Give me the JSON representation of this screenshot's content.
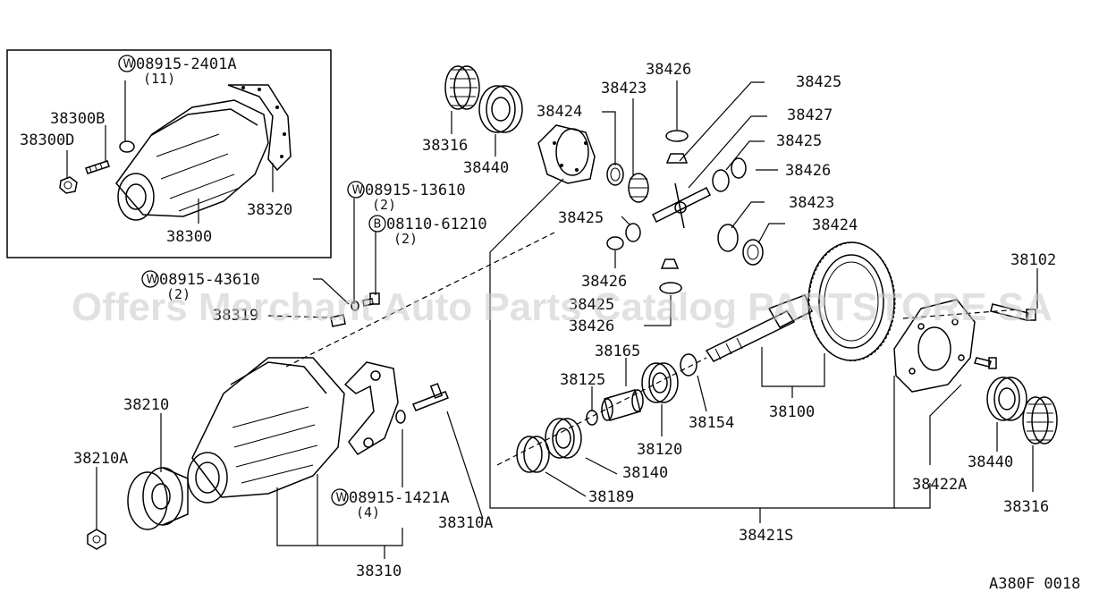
{
  "watermark": "Offers Merchant Auto Parts Catalog PARTSTORE SA",
  "code": "A380F 0018",
  "labels": [
    {
      "id": "W08915-2401A",
      "text": "08915-2401A",
      "qty": "(11)",
      "prefix": "W"
    },
    {
      "id": "38300B",
      "text": "38300B"
    },
    {
      "id": "38300D",
      "text": "38300D"
    },
    {
      "id": "38320",
      "text": "38320"
    },
    {
      "id": "38300",
      "text": "38300"
    },
    {
      "id": "38316a",
      "text": "38316"
    },
    {
      "id": "38440a",
      "text": "38440"
    },
    {
      "id": "38424a",
      "text": "38424"
    },
    {
      "id": "38423a",
      "text": "38423"
    },
    {
      "id": "38426a",
      "text": "38426"
    },
    {
      "id": "38425a",
      "text": "38425"
    },
    {
      "id": "38427",
      "text": "38427"
    },
    {
      "id": "38425b",
      "text": "38425"
    },
    {
      "id": "38426b",
      "text": "38426"
    },
    {
      "id": "38423b",
      "text": "38423"
    },
    {
      "id": "38424b",
      "text": "38424"
    },
    {
      "id": "38425c",
      "text": "38425"
    },
    {
      "id": "38426c",
      "text": "38426"
    },
    {
      "id": "38425d",
      "text": "38425"
    },
    {
      "id": "38426d",
      "text": "38426"
    },
    {
      "id": "W08915-13610",
      "text": "08915-13610",
      "qty": "(2)",
      "prefix": "W"
    },
    {
      "id": "B08110-61210",
      "text": "08110-61210",
      "qty": "(2)",
      "prefix": "B"
    },
    {
      "id": "W08915-43610",
      "text": "08915-43610",
      "qty": "(2)",
      "prefix": "W"
    },
    {
      "id": "38319",
      "text": "38319"
    },
    {
      "id": "38102",
      "text": "38102"
    },
    {
      "id": "38165",
      "text": "38165"
    },
    {
      "id": "38125",
      "text": "38125"
    },
    {
      "id": "38154",
      "text": "38154"
    },
    {
      "id": "38100",
      "text": "38100"
    },
    {
      "id": "38120",
      "text": "38120"
    },
    {
      "id": "38140",
      "text": "38140"
    },
    {
      "id": "38189",
      "text": "38189"
    },
    {
      "id": "38210",
      "text": "38210"
    },
    {
      "id": "38210A",
      "text": "38210A"
    },
    {
      "id": "W08915-1421A",
      "text": "08915-1421A",
      "qty": "(4)",
      "prefix": "W"
    },
    {
      "id": "38310A",
      "text": "38310A"
    },
    {
      "id": "38310",
      "text": "38310"
    },
    {
      "id": "38440b",
      "text": "38440"
    },
    {
      "id": "38422A",
      "text": "38422A"
    },
    {
      "id": "38316b",
      "text": "38316"
    },
    {
      "id": "38421S",
      "text": "38421S"
    }
  ]
}
